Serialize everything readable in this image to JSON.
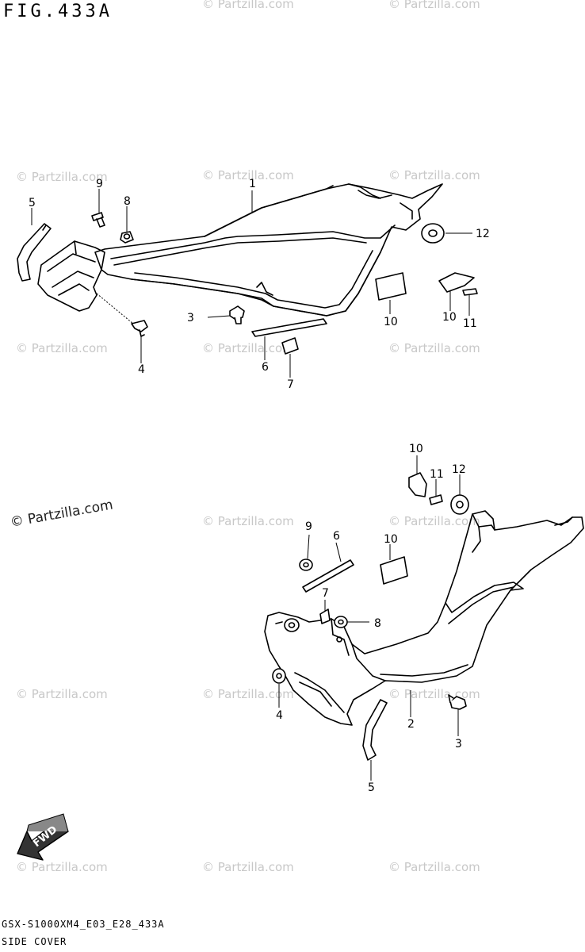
{
  "figure": {
    "title": "FIG.433A",
    "model_code": "GSX-S1000XM4_E03_E28_433A",
    "caption": "SIDE COVER"
  },
  "watermark": {
    "text": "© Partzilla.com",
    "color": "#c8c8c8"
  },
  "fwd_label": "FWD",
  "upper_assembly": {
    "callouts": [
      "1",
      "3",
      "4",
      "5",
      "6",
      "7",
      "8",
      "9",
      "10",
      "10",
      "11",
      "12"
    ]
  },
  "lower_assembly": {
    "callouts": [
      "2",
      "3",
      "4",
      "5",
      "6",
      "7",
      "8",
      "9",
      "10",
      "10",
      "11",
      "12"
    ]
  }
}
